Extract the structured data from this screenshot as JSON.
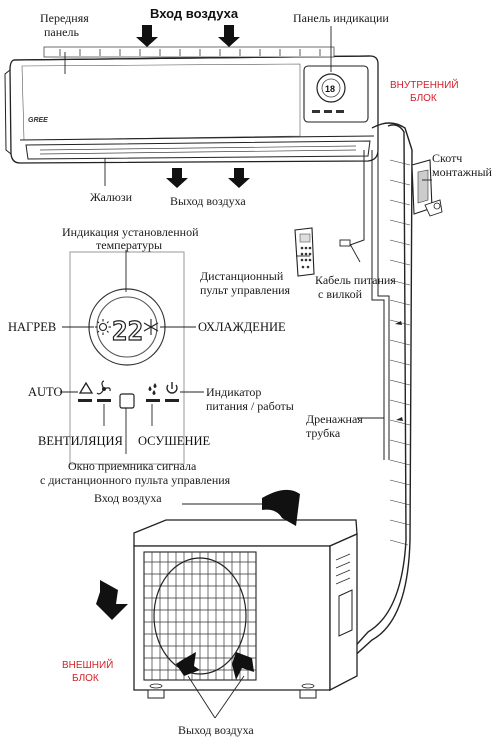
{
  "labels": {
    "front_panel_line1": "Передняя",
    "front_panel_line2": "панель",
    "air_inlet_top": "Вход воздуха",
    "display_panel": "Панель индикации",
    "indoor_unit_line1": "ВНУТРЕННИЙ",
    "indoor_unit_line2": "БЛОК",
    "tape_line1": "Скотч",
    "tape_line2": "монтажный",
    "louvers": "Жалюзи",
    "air_outlet_indoor": "Выход воздуха",
    "set_temp_line1": "Индикация установленной",
    "set_temp_line2": "температуры",
    "remote_line1": "Дистанционный",
    "remote_line2": "пульт управления",
    "cable_line1": "Кабель питания",
    "cable_line2": "с вилкой",
    "heat": "НАГРЕВ",
    "cool": "ОХЛАЖДЕНИЕ",
    "auto": "AUTO",
    "power_line1": "Индикатор",
    "power_line2": "питания / работы",
    "drain_line1": "Дренажная",
    "drain_line2": "трубка",
    "fan": "ВЕНТИЛЯЦИЯ",
    "dry": "ОСУШЕНИЕ",
    "receiver_line1": "Окно приемника сигнала",
    "receiver_line2": "с дистанционного пульта управления",
    "air_inlet_outdoor": "Вход воздуха",
    "outdoor_unit_line1": "ВНЕШНИЙ",
    "outdoor_unit_line2": "БЛОК",
    "air_outlet_outdoor": "Выход воздуха",
    "display_digits": "22",
    "brand": "GREE"
  },
  "colors": {
    "accent_red": "#d3202a",
    "ink": "#1a1a1a"
  }
}
